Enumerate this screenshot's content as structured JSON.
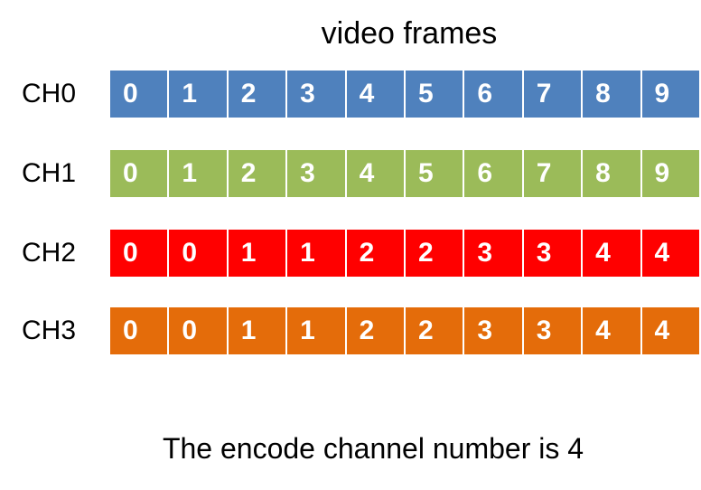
{
  "title": "video frames",
  "footer": "The encode channel number is 4",
  "channels": [
    {
      "label": "CH0",
      "color": "#4f81bd",
      "frames": [
        "0",
        "1",
        "2",
        "3",
        "4",
        "5",
        "6",
        "7",
        "8",
        "9"
      ]
    },
    {
      "label": "CH1",
      "color": "#9bbb59",
      "frames": [
        "0",
        "1",
        "2",
        "3",
        "4",
        "5",
        "6",
        "7",
        "8",
        "9"
      ]
    },
    {
      "label": "CH2",
      "color": "#ff0000",
      "frames": [
        "0",
        "0",
        "1",
        "1",
        "2",
        "2",
        "3",
        "3",
        "4",
        "4"
      ]
    },
    {
      "label": "CH3",
      "color": "#e46c0a",
      "frames": [
        "0",
        "0",
        "1",
        "1",
        "2",
        "2",
        "3",
        "3",
        "4",
        "4"
      ]
    }
  ]
}
